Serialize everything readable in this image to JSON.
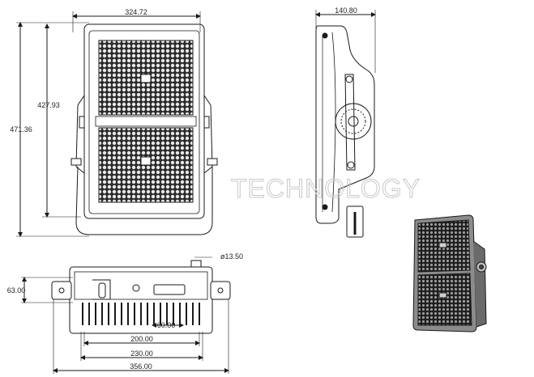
{
  "watermark": "TECHNOLOGY",
  "front_view": {
    "width_dim": "324.72",
    "height_dim_inner": "427.93",
    "height_dim_outer": "471.36"
  },
  "side_view": {
    "depth_dim": "140.80"
  },
  "bottom_view": {
    "hole_dim": "ø13.50",
    "height_dim": "63.00",
    "slot_dim": "60.00",
    "dim_200": "200.00",
    "dim_230": "230.00",
    "dim_356": "356.00"
  },
  "colors": {
    "line": "#1a1a1a",
    "led_panel": "#444444",
    "watermark": "#c8c8c8"
  }
}
